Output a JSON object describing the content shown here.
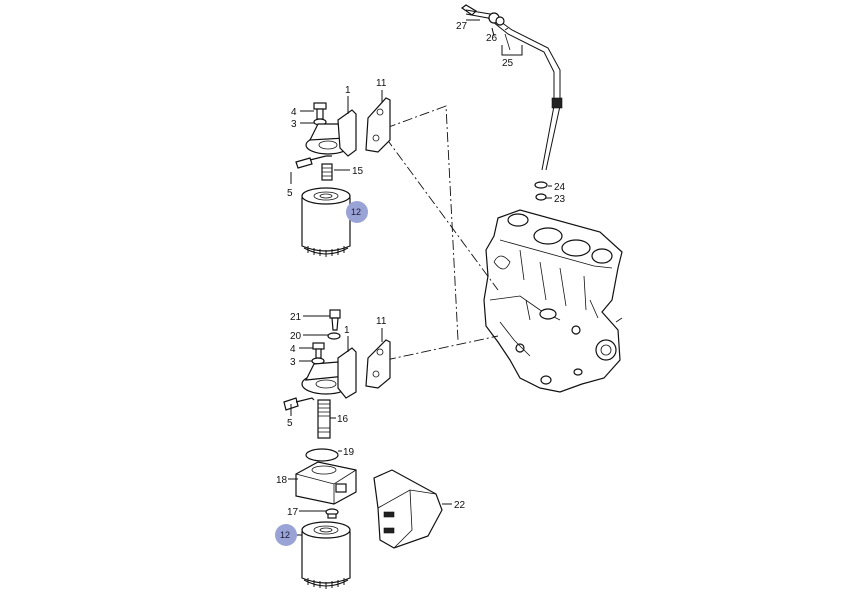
{
  "callouts": [
    {
      "id": "c27",
      "text": "27",
      "highlight": false
    },
    {
      "id": "c26",
      "text": "26",
      "highlight": false
    },
    {
      "id": "c25",
      "text": "25",
      "highlight": false
    },
    {
      "id": "c24",
      "text": "24",
      "highlight": false
    },
    {
      "id": "c23",
      "text": "23",
      "highlight": false
    },
    {
      "id": "c4a",
      "text": "4",
      "highlight": false
    },
    {
      "id": "c3a",
      "text": "3",
      "highlight": false
    },
    {
      "id": "c1a",
      "text": "1",
      "highlight": false
    },
    {
      "id": "c11a",
      "text": "11",
      "highlight": false
    },
    {
      "id": "c15",
      "text": "15",
      "highlight": false
    },
    {
      "id": "c5a",
      "text": "5",
      "highlight": false
    },
    {
      "id": "c12a",
      "text": "12",
      "highlight": true
    },
    {
      "id": "c21",
      "text": "21",
      "highlight": false
    },
    {
      "id": "c20",
      "text": "20",
      "highlight": false
    },
    {
      "id": "c4b",
      "text": "4",
      "highlight": false
    },
    {
      "id": "c3b",
      "text": "3",
      "highlight": false
    },
    {
      "id": "c1b",
      "text": "1",
      "highlight": false
    },
    {
      "id": "c11b",
      "text": "11",
      "highlight": false
    },
    {
      "id": "c5b",
      "text": "5",
      "highlight": false
    },
    {
      "id": "c16",
      "text": "16",
      "highlight": false
    },
    {
      "id": "c19",
      "text": "19",
      "highlight": false
    },
    {
      "id": "c18",
      "text": "18",
      "highlight": false
    },
    {
      "id": "c17",
      "text": "17",
      "highlight": false
    },
    {
      "id": "c22",
      "text": "22",
      "highlight": false
    },
    {
      "id": "c12b",
      "text": "12",
      "highlight": true
    }
  ],
  "colors": {
    "highlight_fill": "#9aa3d6",
    "line": "#111111",
    "background": "#ffffff"
  }
}
